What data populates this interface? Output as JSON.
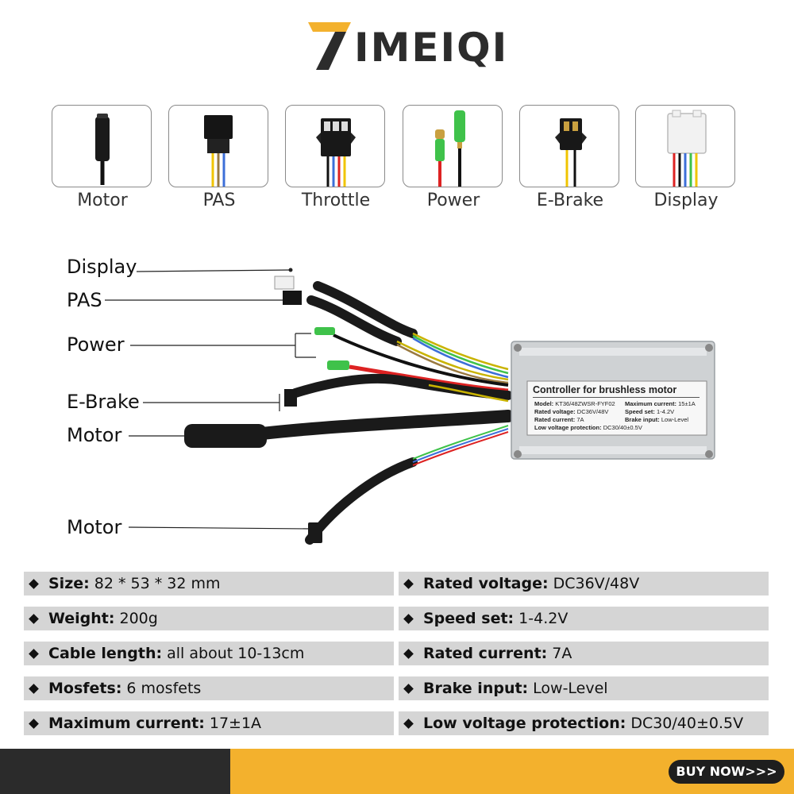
{
  "brand": {
    "logo_text": "IMEIQI",
    "accent": "#f3b12d"
  },
  "connectors": [
    {
      "label": "Motor"
    },
    {
      "label": "PAS"
    },
    {
      "label": "Throttle"
    },
    {
      "label": "Power"
    },
    {
      "label": "E-Brake"
    },
    {
      "label": "Display"
    }
  ],
  "diagram": {
    "labels": {
      "display": "Display",
      "pas": "PAS",
      "power": "Power",
      "ebrake": "E-Brake",
      "motor_main": "Motor",
      "motor_hall": "Motor"
    },
    "plate": {
      "title": "Controller for brushless motor",
      "model_k": "Model:",
      "model_v": "KT36/48ZWSR-FYF02",
      "maxcur_k": "Maximum current:",
      "maxcur_v": "15±1A",
      "rv_k": "Rated voltage:",
      "rv_v": "DC36V/48V",
      "ss_k": "Speed set:",
      "ss_v": "1-4.2V",
      "rc_k": "Rated current:",
      "rc_v": "7A",
      "bi_k": "Brake input:",
      "bi_v": "Low-Level",
      "lvp_k": "Low voltage protection:",
      "lvp_v": "DC30/40±0.5V"
    }
  },
  "specs": {
    "left": [
      {
        "key": "Size:",
        "value": "82 * 53 * 32 mm"
      },
      {
        "key": "Weight:",
        "value": "200g"
      },
      {
        "key": "Cable length:",
        "value": "all about 10-13cm"
      },
      {
        "key": "Mosfets:",
        "value": "6  mosfets"
      },
      {
        "key": "Maximum current:",
        "value": "17±1A"
      }
    ],
    "right": [
      {
        "key": "Rated voltage:",
        "value": "DC36V/48V"
      },
      {
        "key": "Speed set:",
        "value": "1-4.2V"
      },
      {
        "key": "Rated current:",
        "value": "7A"
      },
      {
        "key": "Brake input:",
        "value": "Low-Level"
      },
      {
        "key": "Low voltage protection:",
        "value": "DC30/40±0.5V"
      }
    ]
  },
  "footer": {
    "buy_label": "BUY NOW>>>"
  }
}
